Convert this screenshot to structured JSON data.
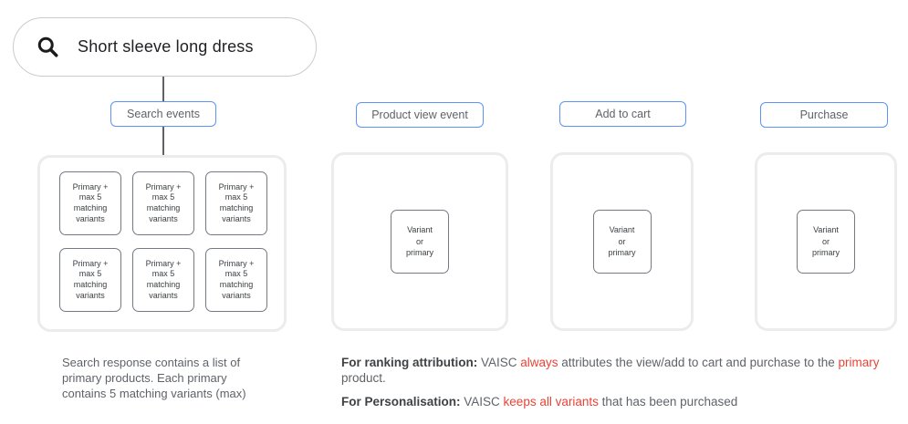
{
  "search_bar": {
    "query": "Short sleeve long dress",
    "icon": "search-icon"
  },
  "event_buttons": {
    "search_events": "Search events",
    "product_view": "Product view event",
    "add_to_cart": "Add to cart",
    "purchase": "Purchase"
  },
  "search_card": {
    "items": [
      "Primary +\nmax 5\nmatching\nvariants",
      "Primary +\nmax 5\nmatching\nvariants",
      "Primary +\nmax 5\nmatching\nvariants",
      "Primary +\nmax 5\nmatching\nvariants",
      "Primary +\nmax 5\nmatching\nvariants",
      "Primary +\nmax 5\nmatching\nvariants"
    ]
  },
  "variant_label": "Variant\nor\nprimary",
  "notes": {
    "search_note": "Search response contains a list of\nprimary products. Each primary\ncontains 5 matching variants (max)",
    "ranking": {
      "prefix": "For ranking attribution:",
      "t1": " VAISC ",
      "red1": "always",
      "t2": " attributes the view/add to cart and purchase to the ",
      "red2": "primary",
      "t3": " product."
    },
    "personalisation": {
      "prefix": "For Personalisation:",
      "t1": " VAISC ",
      "red1": "keeps all variants",
      "t2": " that has been purchased"
    }
  },
  "colors": {
    "accent_blue": "#5b94f6",
    "alert_red": "#ea4335",
    "card_border": "#ececec",
    "text_gray": "#5f6368"
  }
}
